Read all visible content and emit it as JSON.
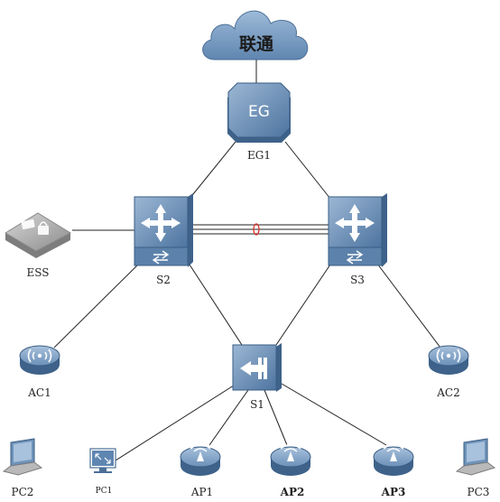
{
  "cloud": {
    "label": "联通",
    "icon": "cloud-icon"
  },
  "nodes": {
    "eg1": {
      "label": "EG1",
      "badge": "EG",
      "icon": "egress-gateway-icon"
    },
    "s2": {
      "label": "S2",
      "icon": "core-switch-icon"
    },
    "s3": {
      "label": "S3",
      "icon": "core-switch-icon"
    },
    "ess": {
      "label": "ESS",
      "icon": "security-appliance-icon"
    },
    "s1": {
      "label": "S1",
      "icon": "access-switch-icon"
    },
    "ac1": {
      "label": "AC1",
      "icon": "wireless-controller-icon"
    },
    "ac2": {
      "label": "AC2",
      "icon": "wireless-controller-icon"
    },
    "pc1": {
      "label": "PC1",
      "icon": "desktop-icon"
    },
    "pc2": {
      "label": "PC2",
      "icon": "laptop-icon"
    },
    "pc3": {
      "label": "PC3",
      "icon": "laptop-icon"
    },
    "ap1": {
      "label": "AP1",
      "icon": "access-point-icon"
    },
    "ap2": {
      "label": "AP2",
      "icon": "access-point-icon"
    },
    "ap3": {
      "label": "AP3",
      "icon": "access-point-icon"
    }
  },
  "links": [
    [
      "cloud",
      "eg1"
    ],
    [
      "eg1",
      "s2"
    ],
    [
      "eg1",
      "s3"
    ],
    [
      "ess",
      "s2"
    ],
    [
      "s2",
      "s3"
    ],
    [
      "s2",
      "ac1"
    ],
    [
      "s3",
      "ac2"
    ],
    [
      "s2",
      "s1"
    ],
    [
      "s3",
      "s1"
    ],
    [
      "s1",
      "pc1"
    ],
    [
      "s1",
      "ap1"
    ],
    [
      "s1",
      "ap2"
    ],
    [
      "s1",
      "ap3"
    ]
  ],
  "colors": {
    "device_top": "#6f93b9",
    "device_side": "#3e628a",
    "link": "#222222",
    "aggregation_ring": "#d9302b"
  }
}
